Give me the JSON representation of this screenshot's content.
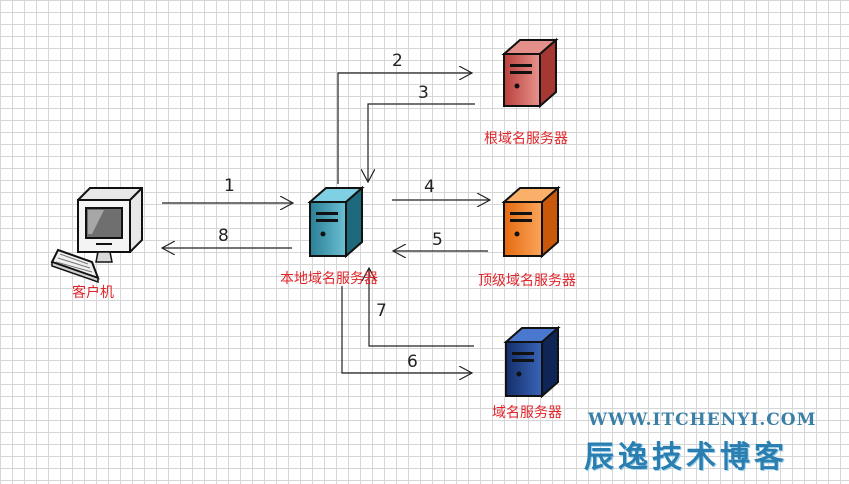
{
  "nodes": {
    "client": "客户机",
    "local_dns": "本地域名服务器",
    "root_dns": "根域名服务器",
    "tld_dns": "顶级域名服务器",
    "domain_dns": "域名服务器"
  },
  "steps": [
    "1",
    "2",
    "3",
    "4",
    "5",
    "6",
    "7",
    "8"
  ],
  "watermark": {
    "url": "WWW.ITCHENYI.COM",
    "name": "辰逸技术博客"
  },
  "colors": {
    "label": "#e0262b",
    "root_server": "#c95a55",
    "tld_server": "#f07d1f",
    "local_server": "#3e93a8",
    "domain_server": "#1d3f85",
    "watermark": "#2a7fb0"
  }
}
